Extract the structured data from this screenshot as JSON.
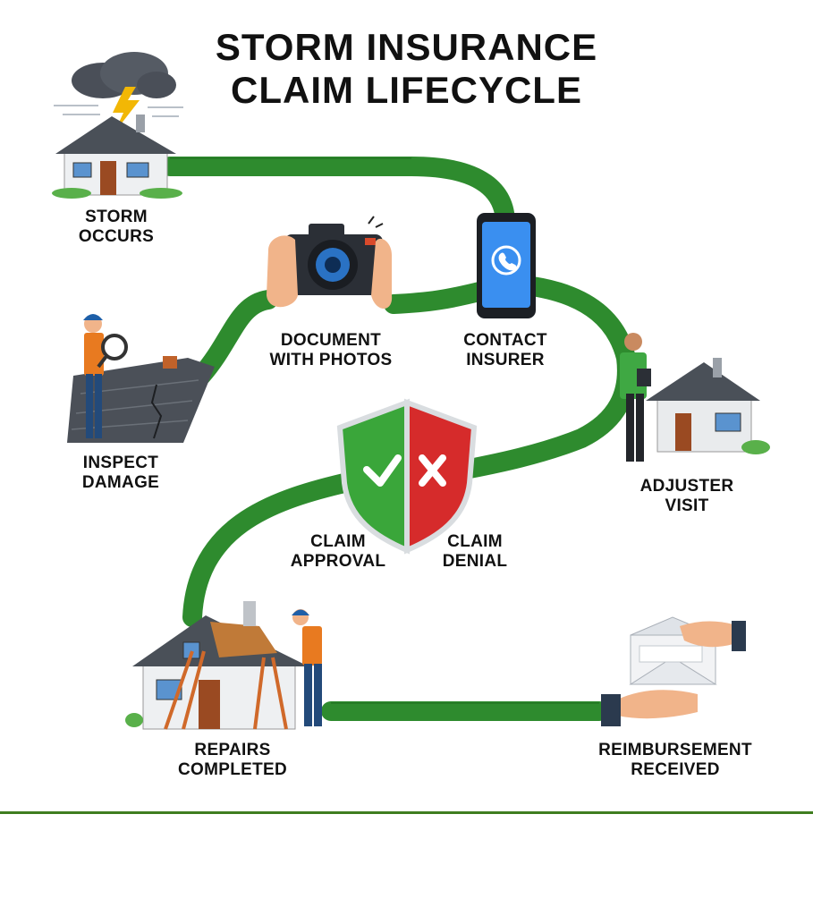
{
  "title": {
    "line1": "STORM INSURANCE",
    "line2": "CLAIM LIFECYCLE"
  },
  "steps": [
    {
      "icon": "storm-house-icon",
      "line1": "STORM",
      "line2": "OCCURS"
    },
    {
      "icon": "camera-icon",
      "line1": "DOCUMENT",
      "line2": "WITH PHOTOS"
    },
    {
      "icon": "phone-icon",
      "line1": "CONTACT",
      "line2": "INSURER"
    },
    {
      "icon": "inspector-icon",
      "line1": "INSPECT",
      "line2": "DAMAGE"
    },
    {
      "icon": "adjuster-icon",
      "line1": "ADJUSTER",
      "line2": "VISIT"
    },
    {
      "icon": "shield-check-icon",
      "line1": "CLAIM",
      "line2": "APPROVAL"
    },
    {
      "icon": "shield-x-icon",
      "line1": "CLAIM",
      "line2": "DENIAL"
    },
    {
      "icon": "repairs-house-icon",
      "line1": "REPAIRS",
      "line2": "COMPLETED"
    },
    {
      "icon": "envelope-hands-icon",
      "line1": "REIMBURSEMENT",
      "line2": "RECEIVED"
    }
  ],
  "colors": {
    "path": "#2e8b2e",
    "approval": "#3aa63a",
    "denial": "#d62b2b",
    "rule": "#3f7d1f"
  }
}
